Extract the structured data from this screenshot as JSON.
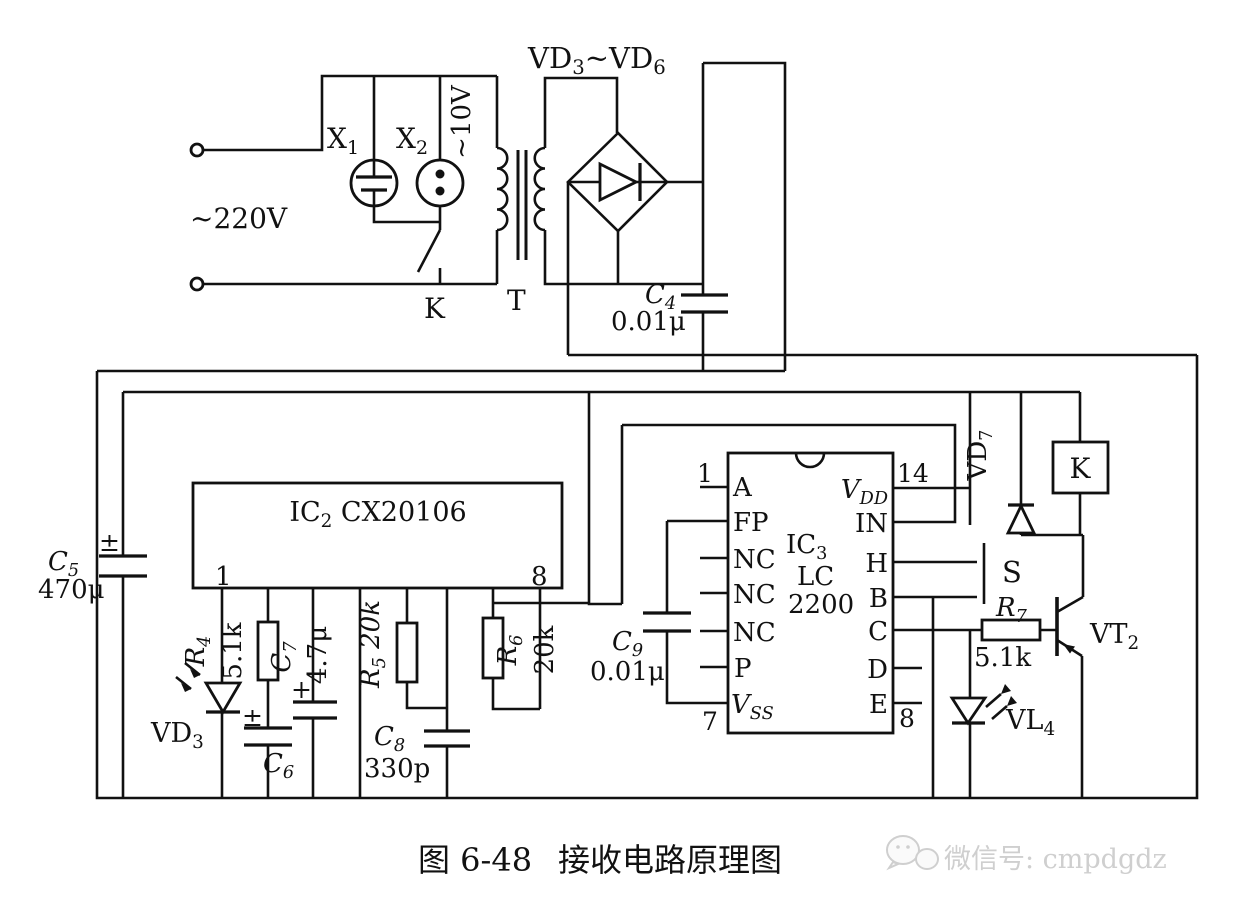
{
  "power": {
    "mains": "~220V",
    "x1": "X_{1}",
    "x2": "X_{2}",
    "k": "K",
    "t": "T",
    "v10": "~10V",
    "bridge_label": "VD_{3}~VD_{6}",
    "c4": "C_{4}",
    "c4_val": "0.01μ"
  },
  "amp": {
    "c5": "C_{5}",
    "c5_val": "470μ",
    "pm": "±",
    "plus": "+",
    "ic2": "IC_{2} CX20106",
    "pin1": "1",
    "pin8": "8",
    "r4": "R_{4}",
    "r4_val": "5.1k",
    "vd3": "VD_{3}",
    "c6": "C_{6}",
    "c7": "C_{7}",
    "c7_val": "4.7μ",
    "r5": "R_{5} 20k",
    "c8": "C_{8}",
    "c8_val": "330p",
    "r6": "R_{6}",
    "r6_val": "20k",
    "c9": "C_{9}",
    "c9_val": "0.01μ"
  },
  "ic3": {
    "pin1": "1",
    "pin7": "7",
    "pin8": "8",
    "pin14": "14",
    "a": "A",
    "fp": "FP",
    "nc": "NC",
    "p": "P",
    "vss": "V_{SS}",
    "vdd": "V_{DD}",
    "in": "IN",
    "h": "H",
    "b": "B",
    "c": "C",
    "d": "D",
    "e": "E",
    "name1": "IC_{3}",
    "name2": "LC",
    "name3": "2200"
  },
  "out": {
    "vd7": "VD_{7}",
    "k": "K",
    "s": "S",
    "r7": "R_{7}",
    "r7_val": "5.1k",
    "vt2": "VT_{2}",
    "vl4": "VL_{4}"
  },
  "figure": {
    "caption_no": "图 6-48",
    "caption_title": "接收电路原理图",
    "watermark": "微信号: cmpdgdz"
  }
}
